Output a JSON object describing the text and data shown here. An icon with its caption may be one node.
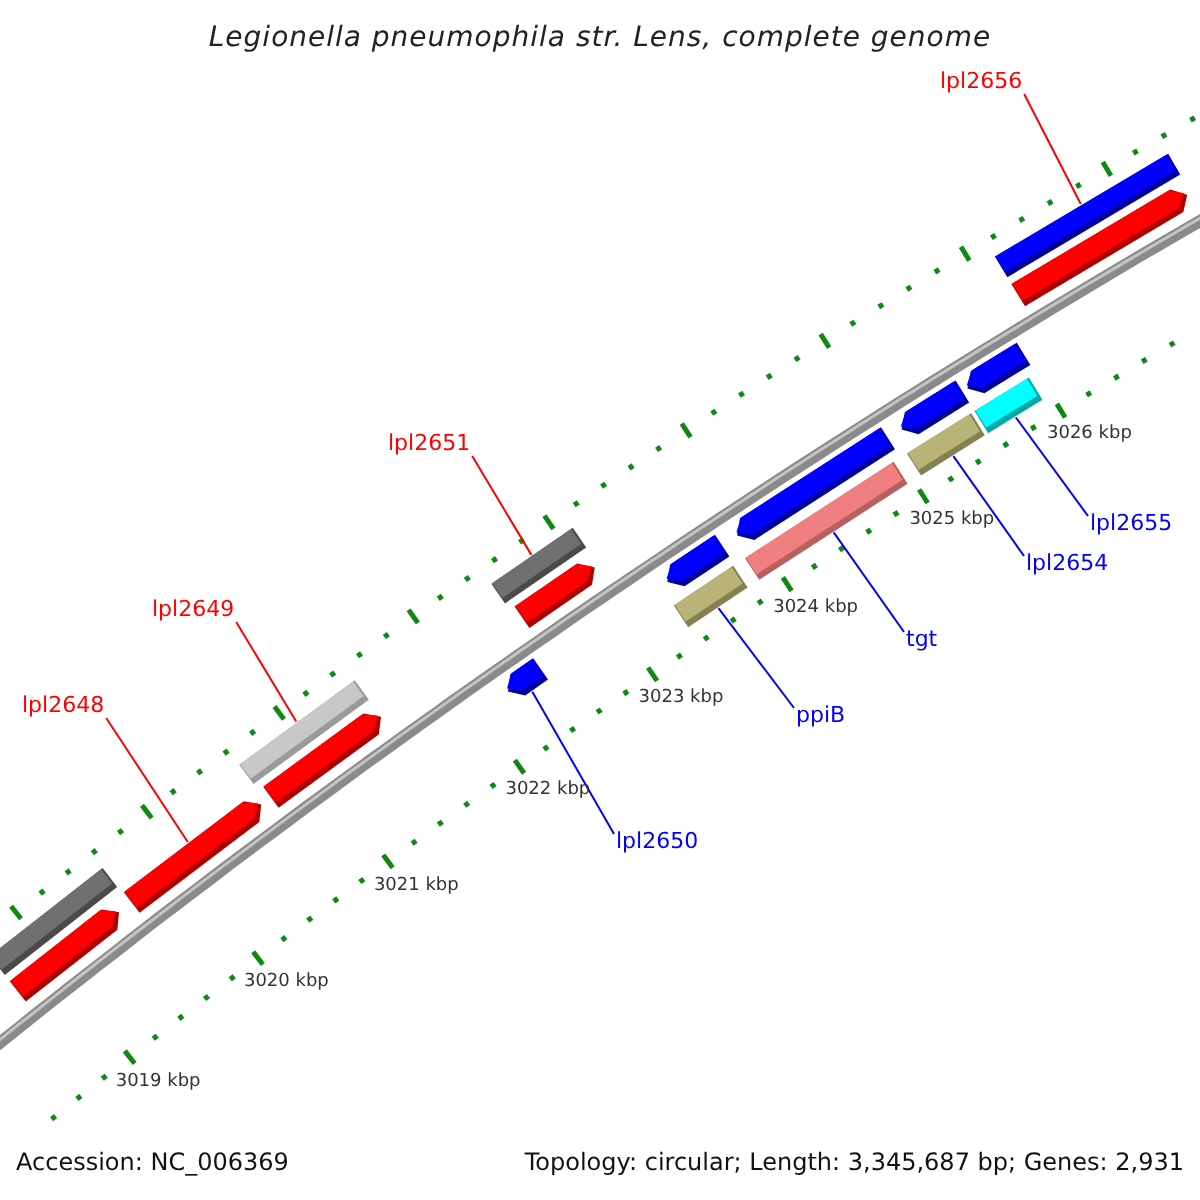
{
  "diagram": {
    "title": "Legionella pneumophila str. Lens, complete genome",
    "nodes": [
      {
        "text": [
          "lpl2656"
        ]
      },
      {
        "text": [
          "lpl2651"
        ]
      },
      {
        "text": [
          "lpl2649"
        ]
      },
      {
        "text": [
          "lpl2648"
        ]
      },
      {
        "text": [
          "lpl2650"
        ]
      },
      {
        "text": [
          "ppiB"
        ]
      },
      {
        "text": [
          "tgt"
        ]
      },
      {
        "text": [
          "lpl2654"
        ]
      },
      {
        "text": [
          "lpl2655"
        ]
      },
      {
        "text": [],
        "shape": "bar"
      },
      {
        "text": [],
        "shape": "bar"
      },
      {
        "text": [],
        "shape": "bar"
      },
      {
        "text": [],
        "shape": "bar"
      },
      {
        "text": [],
        "shape": "bar"
      },
      {
        "text": [],
        "shape": "bar"
      },
      {
        "text": [],
        "shape": "bar"
      },
      {
        "text": [],
        "shape": "bar"
      },
      {
        "text": [],
        "shape": "bar"
      },
      {
        "text": [],
        "shape": "bar"
      },
      {
        "text": [],
        "shape": "bar"
      },
      {
        "text": [],
        "shape": "bar"
      },
      {
        "text": [],
        "shape": "bar"
      },
      {
        "text": [],
        "shape": "bar"
      },
      {
        "text": [],
        "shape": "bar"
      },
      {
        "text": [],
        "shape": "bar"
      },
      {
        "text": [],
        "shape": "bar"
      },
      {
        "text": [],
        "shape": "bar"
      }
    ],
    "edges": [
      {
        "from": 0,
        "to": 25,
        "arrow": "none",
        "color": "#ff0000"
      },
      {
        "from": 1,
        "to": 15,
        "arrow": "none",
        "color": "#ff0000"
      },
      {
        "from": 2,
        "to": 12,
        "arrow": "none",
        "color": "#ff0000"
      },
      {
        "from": 3,
        "to": 11,
        "arrow": "none",
        "color": "#ff0000"
      },
      {
        "from": 4,
        "to": 14,
        "arrow": "none"
      },
      {
        "from": 5,
        "to": 18,
        "arrow": "none"
      },
      {
        "from": 6,
        "to": 20,
        "arrow": "none"
      },
      {
        "from": 7,
        "to": 22,
        "arrow": "none"
      },
      {
        "from": 8,
        "to": 24,
        "arrow": "none"
      }
    ],
    "labels": [
      "3026 kbp",
      "3025 kbp",
      "3024 kbp",
      "3023 kbp",
      "3022 kbp",
      "3021 kbp",
      "3020 kbp",
      "3019 kbp",
      "Accession: NC_006369",
      "Topology: circular; Length: 3,345,687 bp; Genes: 2,931"
    ]
  }
}
